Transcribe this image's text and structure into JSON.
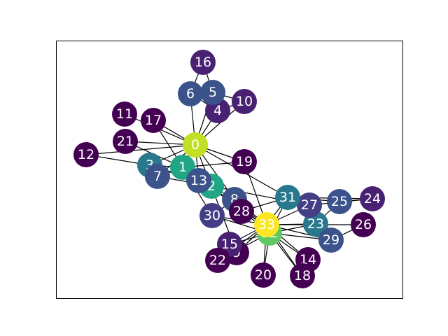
{
  "graph": {
    "node_colors": {
      "yellow": "#fde725",
      "lime": "#c2df23",
      "green": "#5ec962",
      "teal_light": "#21a685",
      "teal": "#2a788e",
      "blue": "#3b528b",
      "indigo": "#433e85",
      "purple": "#482173",
      "dark": "#440154"
    },
    "edge_color": "#000000",
    "nodes": [
      {
        "id": 0,
        "label": "0",
        "color": "lime"
      },
      {
        "id": 1,
        "label": "1",
        "color": "teal_light"
      },
      {
        "id": 2,
        "label": "2",
        "color": "teal_light"
      },
      {
        "id": 3,
        "label": "3",
        "color": "teal"
      },
      {
        "id": 4,
        "label": "4",
        "color": "purple"
      },
      {
        "id": 5,
        "label": "5",
        "color": "blue"
      },
      {
        "id": 6,
        "label": "6",
        "color": "blue"
      },
      {
        "id": 7,
        "label": "7",
        "color": "blue"
      },
      {
        "id": 8,
        "label": "8",
        "color": "blue"
      },
      {
        "id": 9,
        "label": "9",
        "color": "dark"
      },
      {
        "id": 10,
        "label": "10",
        "color": "purple"
      },
      {
        "id": 11,
        "label": "11",
        "color": "dark"
      },
      {
        "id": 12,
        "label": "12",
        "color": "dark"
      },
      {
        "id": 13,
        "label": "13",
        "color": "blue"
      },
      {
        "id": 14,
        "label": "14",
        "color": "dark"
      },
      {
        "id": 15,
        "label": "15",
        "color": "purple"
      },
      {
        "id": 16,
        "label": "16",
        "color": "purple"
      },
      {
        "id": 17,
        "label": "17",
        "color": "dark"
      },
      {
        "id": 18,
        "label": "18",
        "color": "dark"
      },
      {
        "id": 19,
        "label": "19",
        "color": "dark"
      },
      {
        "id": 20,
        "label": "20",
        "color": "dark"
      },
      {
        "id": 21,
        "label": "21",
        "color": "dark"
      },
      {
        "id": 22,
        "label": "22",
        "color": "dark"
      },
      {
        "id": 23,
        "label": "23",
        "color": "teal"
      },
      {
        "id": 24,
        "label": "24",
        "color": "purple"
      },
      {
        "id": 25,
        "label": "25",
        "color": "blue"
      },
      {
        "id": 26,
        "label": "26",
        "color": "dark"
      },
      {
        "id": 27,
        "label": "27",
        "color": "indigo"
      },
      {
        "id": 28,
        "label": "28",
        "color": "dark"
      },
      {
        "id": 29,
        "label": "29",
        "color": "blue"
      },
      {
        "id": 30,
        "label": "30",
        "color": "indigo"
      },
      {
        "id": 31,
        "label": "31",
        "color": "teal"
      },
      {
        "id": 32,
        "label": "32",
        "color": "green"
      },
      {
        "id": 33,
        "label": "33",
        "color": "yellow"
      }
    ],
    "edges": [
      [
        0,
        1
      ],
      [
        0,
        2
      ],
      [
        0,
        3
      ],
      [
        0,
        4
      ],
      [
        0,
        5
      ],
      [
        0,
        6
      ],
      [
        0,
        7
      ],
      [
        0,
        8
      ],
      [
        0,
        10
      ],
      [
        0,
        11
      ],
      [
        0,
        12
      ],
      [
        0,
        13
      ],
      [
        0,
        17
      ],
      [
        0,
        19
      ],
      [
        0,
        21
      ],
      [
        0,
        31
      ],
      [
        1,
        2
      ],
      [
        1,
        3
      ],
      [
        1,
        7
      ],
      [
        1,
        13
      ],
      [
        1,
        17
      ],
      [
        1,
        19
      ],
      [
        1,
        21
      ],
      [
        1,
        30
      ],
      [
        2,
        3
      ],
      [
        2,
        7
      ],
      [
        2,
        8
      ],
      [
        2,
        9
      ],
      [
        2,
        13
      ],
      [
        2,
        27
      ],
      [
        2,
        28
      ],
      [
        2,
        32
      ],
      [
        3,
        7
      ],
      [
        3,
        12
      ],
      [
        3,
        13
      ],
      [
        4,
        6
      ],
      [
        4,
        10
      ],
      [
        5,
        6
      ],
      [
        5,
        10
      ],
      [
        5,
        16
      ],
      [
        6,
        16
      ],
      [
        8,
        30
      ],
      [
        8,
        32
      ],
      [
        8,
        33
      ],
      [
        9,
        33
      ],
      [
        13,
        33
      ],
      [
        14,
        32
      ],
      [
        14,
        33
      ],
      [
        15,
        32
      ],
      [
        15,
        33
      ],
      [
        18,
        32
      ],
      [
        18,
        33
      ],
      [
        19,
        33
      ],
      [
        20,
        32
      ],
      [
        20,
        33
      ],
      [
        22,
        32
      ],
      [
        22,
        33
      ],
      [
        23,
        25
      ],
      [
        23,
        27
      ],
      [
        23,
        29
      ],
      [
        23,
        32
      ],
      [
        23,
        33
      ],
      [
        24,
        25
      ],
      [
        24,
        27
      ],
      [
        24,
        31
      ],
      [
        25,
        31
      ],
      [
        26,
        29
      ],
      [
        26,
        33
      ],
      [
        27,
        33
      ],
      [
        28,
        31
      ],
      [
        28,
        33
      ],
      [
        29,
        32
      ],
      [
        29,
        33
      ],
      [
        30,
        32
      ],
      [
        30,
        33
      ],
      [
        31,
        32
      ],
      [
        31,
        33
      ],
      [
        32,
        33
      ]
    ]
  }
}
